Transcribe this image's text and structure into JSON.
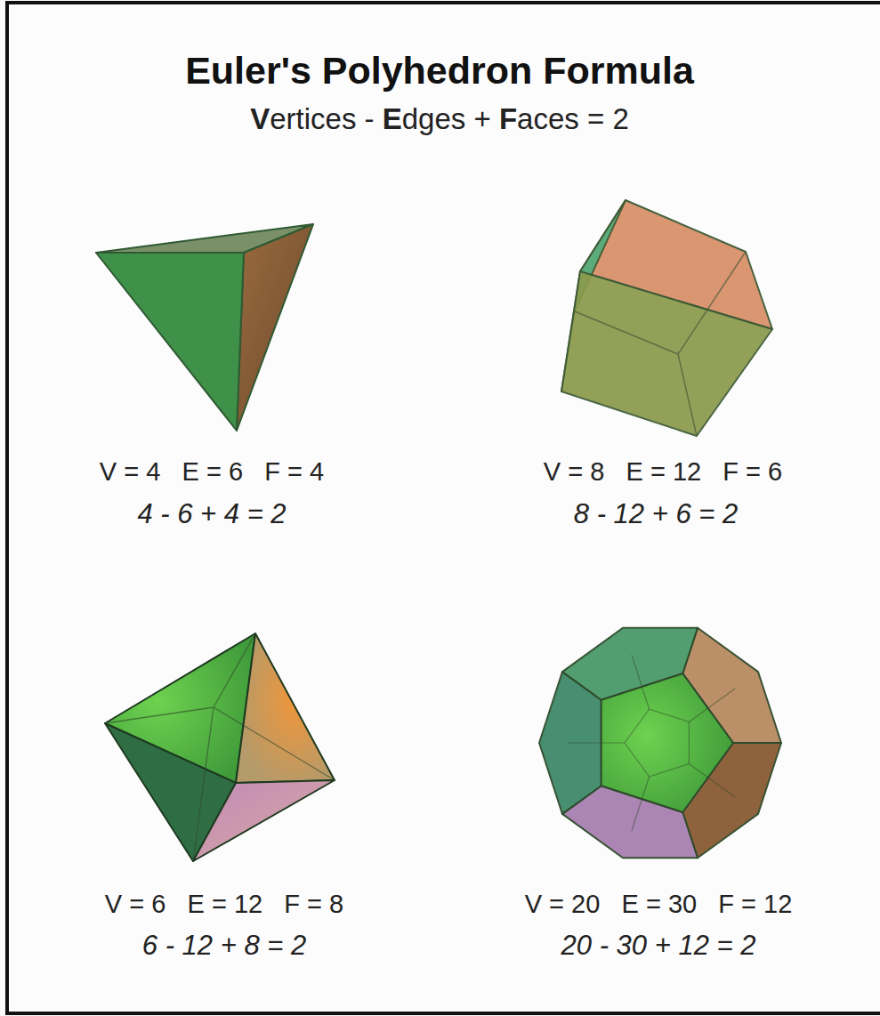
{
  "diagram": {
    "title": "Euler's Polyhedron Formula",
    "labels": [
      "Vertices - Edges + Faces = 2",
      "V = 4   E = 6   F = 4",
      "4 - 6 + 4 = 2",
      "V = 8   E = 12   F = 6",
      "8 - 12 + 6 = 2",
      "V = 6   E = 12   F = 8",
      "6 - 12 + 8 = 2",
      "V = 20   E = 30   F = 12",
      "20 - 30 + 12 = 2"
    ]
  }
}
